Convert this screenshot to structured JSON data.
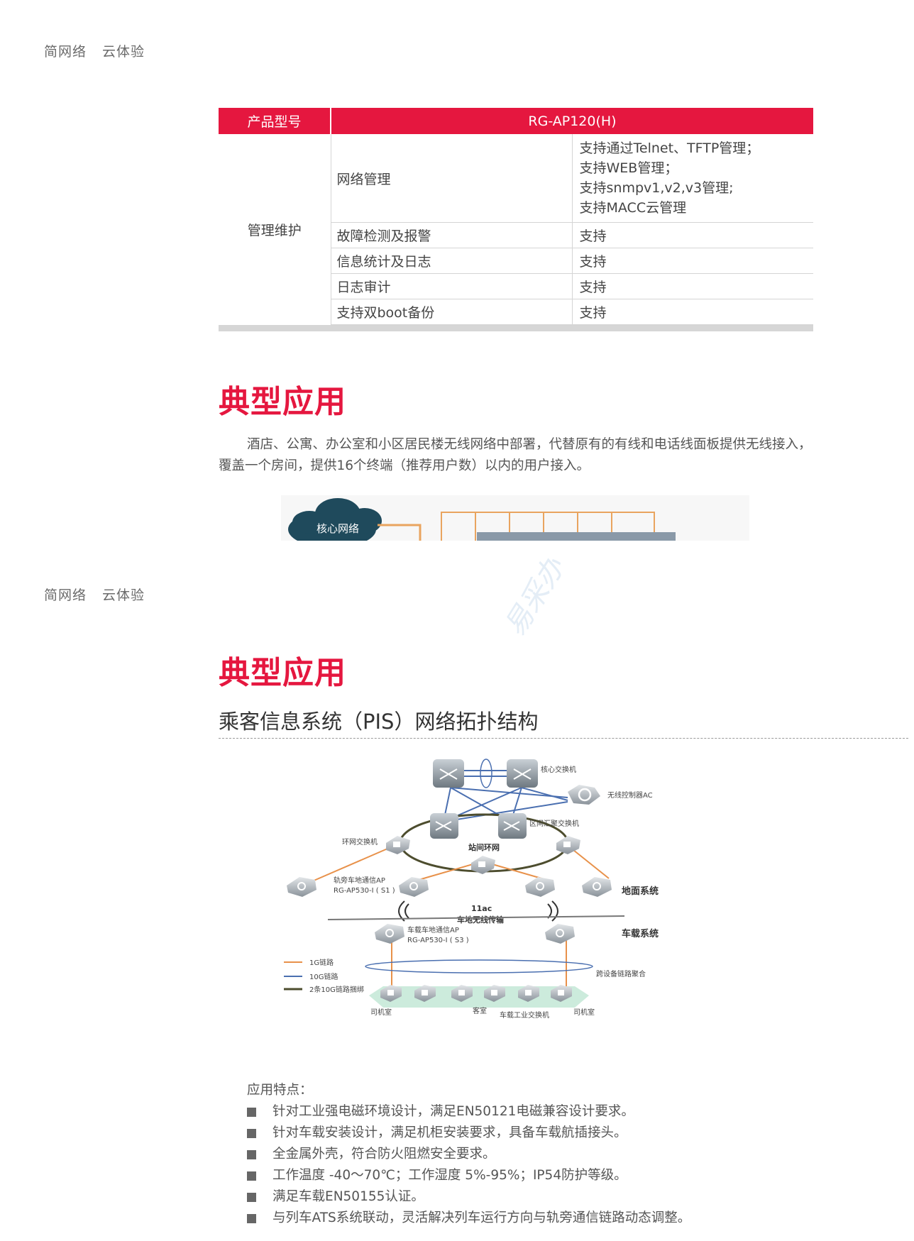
{
  "header": {
    "left": "简网络",
    "right": "云体验"
  },
  "spec_table": {
    "col1_header": "产品型号",
    "col2_header": "RG-AP120(H)",
    "category": "管理维护",
    "rows": [
      {
        "item": "网络管理",
        "values": [
          "支持通过Telnet、TFTP管理；",
          "支持WEB管理；",
          "支持snmpv1,v2,v3管理;",
          "支持MACC云管理"
        ]
      },
      {
        "item": "故障检测及报警",
        "values": [
          "支持"
        ]
      },
      {
        "item": "信息统计及日志",
        "values": [
          "支持"
        ]
      },
      {
        "item": "日志审计",
        "values": [
          "支持"
        ]
      },
      {
        "item": "支持双boot备份",
        "values": [
          "支持"
        ]
      }
    ]
  },
  "page1": {
    "section_title": "典型应用",
    "paragraph": "酒店、公寓、办公室和小区居民楼无线网络中部署，代替原有的有线和电话线面板提供无线接入，覆盖一个房间，提供16个终端（推荐用户数）以内的用户接入。",
    "cloud_label": "核心网络"
  },
  "page2": {
    "section_title": "典型应用",
    "subtitle": "乘客信息系统（PIS）网络拓扑结构",
    "diagram": {
      "core_switch": "核心交换机",
      "ac": "无线控制器AC",
      "agg_switch": "区间汇聚交换机",
      "ring_switch": "环网交换机",
      "ring": "站间环网",
      "trackside_ap": "轨旁车地通信AP",
      "trackside_ap_model": "RG-AP530-I ( S1 )",
      "ground_system": "地面系统",
      "tech": "11ac",
      "wireless": "车地无线传输",
      "vehicle_system": "车载系统",
      "onboard_ap": "车载车地通信AP",
      "onboard_ap_model": "RG-AP530-I ( S3 )",
      "legend_1g": "1G链路",
      "legend_10g": "10G链路",
      "legend_2x10g": "2条10G链路捆绑",
      "cross_device": "跨设备链路聚合",
      "cab_left": "司机室",
      "passenger": "客室",
      "onboard_switch": "车载工业交换机",
      "cab_right": "司机室",
      "colors": {
        "link_1g": "#e8914a",
        "link_10g": "#4a6fb0",
        "link_bundle": "#4d4d2e"
      }
    },
    "features_title": "应用特点：",
    "features": [
      "针对工业强电磁环境设计，满足EN50121电磁兼容设计要求。",
      "针对车载安装设计，满足机柜安装要求，具备车载航插接头。",
      "全金属外壳，符合防火阻燃安全要求。",
      "工作温度 -40～70℃；工作湿度 5%-95%；IP54防护等级。",
      "满足车载EN50155认证。",
      "与列车ATS系统联动，灵活解决列车运行方向与轨旁通信链路动态调整。"
    ]
  },
  "watermark": "易采办",
  "accent_color": "#e5173f"
}
